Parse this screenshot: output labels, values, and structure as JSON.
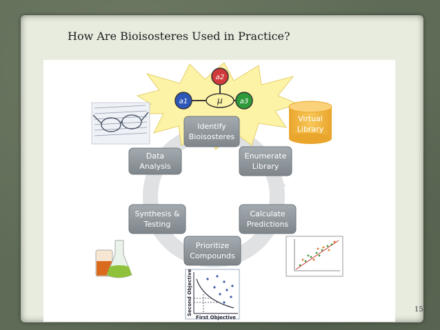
{
  "slide": {
    "title": "How Are Bioisosteres Used in Practice?",
    "page_number": "15"
  },
  "figure": {
    "molecule": {
      "top_node": "a2",
      "left_node": "a1",
      "right_node": "a3",
      "center_label": "μ"
    },
    "steps": {
      "identify": [
        "Identify",
        "Bioisosteres"
      ],
      "enumerate": [
        "Enumerate",
        "Library"
      ],
      "calculate": [
        "Calculate",
        "Predictions"
      ],
      "prioritize": [
        "Prioritize",
        "Compounds"
      ],
      "synthesis": [
        "Synthesis &",
        "Testing"
      ],
      "analysis": [
        "Data",
        "Analysis"
      ]
    },
    "virtual_library": [
      "Virtual",
      "Library"
    ],
    "pareto_plot": {
      "ylabel": "Second Objective",
      "xlabel": "First Objective"
    }
  },
  "colors": {
    "box_fill": "#8c949a",
    "star_fill": "#fdf3a6",
    "node_red": "#d03a3a",
    "node_blue": "#2f57b8",
    "node_green": "#2e9a3a",
    "db_orange": "#f2b33d"
  },
  "icons": [
    "glasses-on-paper-icon",
    "lab-flasks-icon",
    "scatter-plot-thumbnail-icon",
    "pareto-plot-thumbnail-icon",
    "database-cylinder-icon"
  ]
}
